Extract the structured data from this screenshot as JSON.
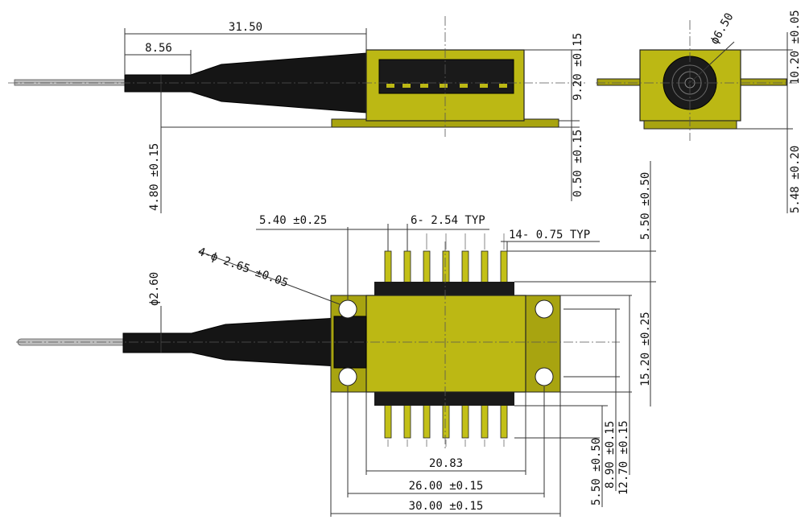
{
  "dimensions": {
    "top_overall_length": "31.50",
    "top_boot_length": "8.56",
    "top_height_920": "9.20 ±0.15",
    "top_fiber_height_480": "4.80 ±0.15",
    "top_flange_050": "0.50 ±0.15",
    "side_diameter_650": "ϕ6.50",
    "side_width_1020": "10.20 ±0.05",
    "side_height_548": "5.48 ±0.20",
    "pin_row_offset_540": "5.40 ±0.25",
    "pin_pitch_typ": "6- 2.54 TYP",
    "pin_width_typ": "14- 0.75 TYP",
    "hole_diameter": "4-ϕ 2.65 ±0.05",
    "fiber_diameter": "ϕ2.60",
    "pin_length_550_top": "5.50 ±0.50",
    "body_height_1520": "15.20 ±0.25",
    "body_width_2083": "20.83",
    "hole_spacing_2600": "26.00 ±0.15",
    "flange_width_3000": "30.00 ±0.15",
    "pin_length_550_bottom": "5.50 ±0.50",
    "hole_spacing_890": "8.90 ±0.15",
    "pin_span_1270": "12.70 ±0.15"
  },
  "colors": {
    "package_gold": "#bcb814",
    "fiber_boot": "#151515",
    "fiber_glass": "#b9b9b9"
  }
}
